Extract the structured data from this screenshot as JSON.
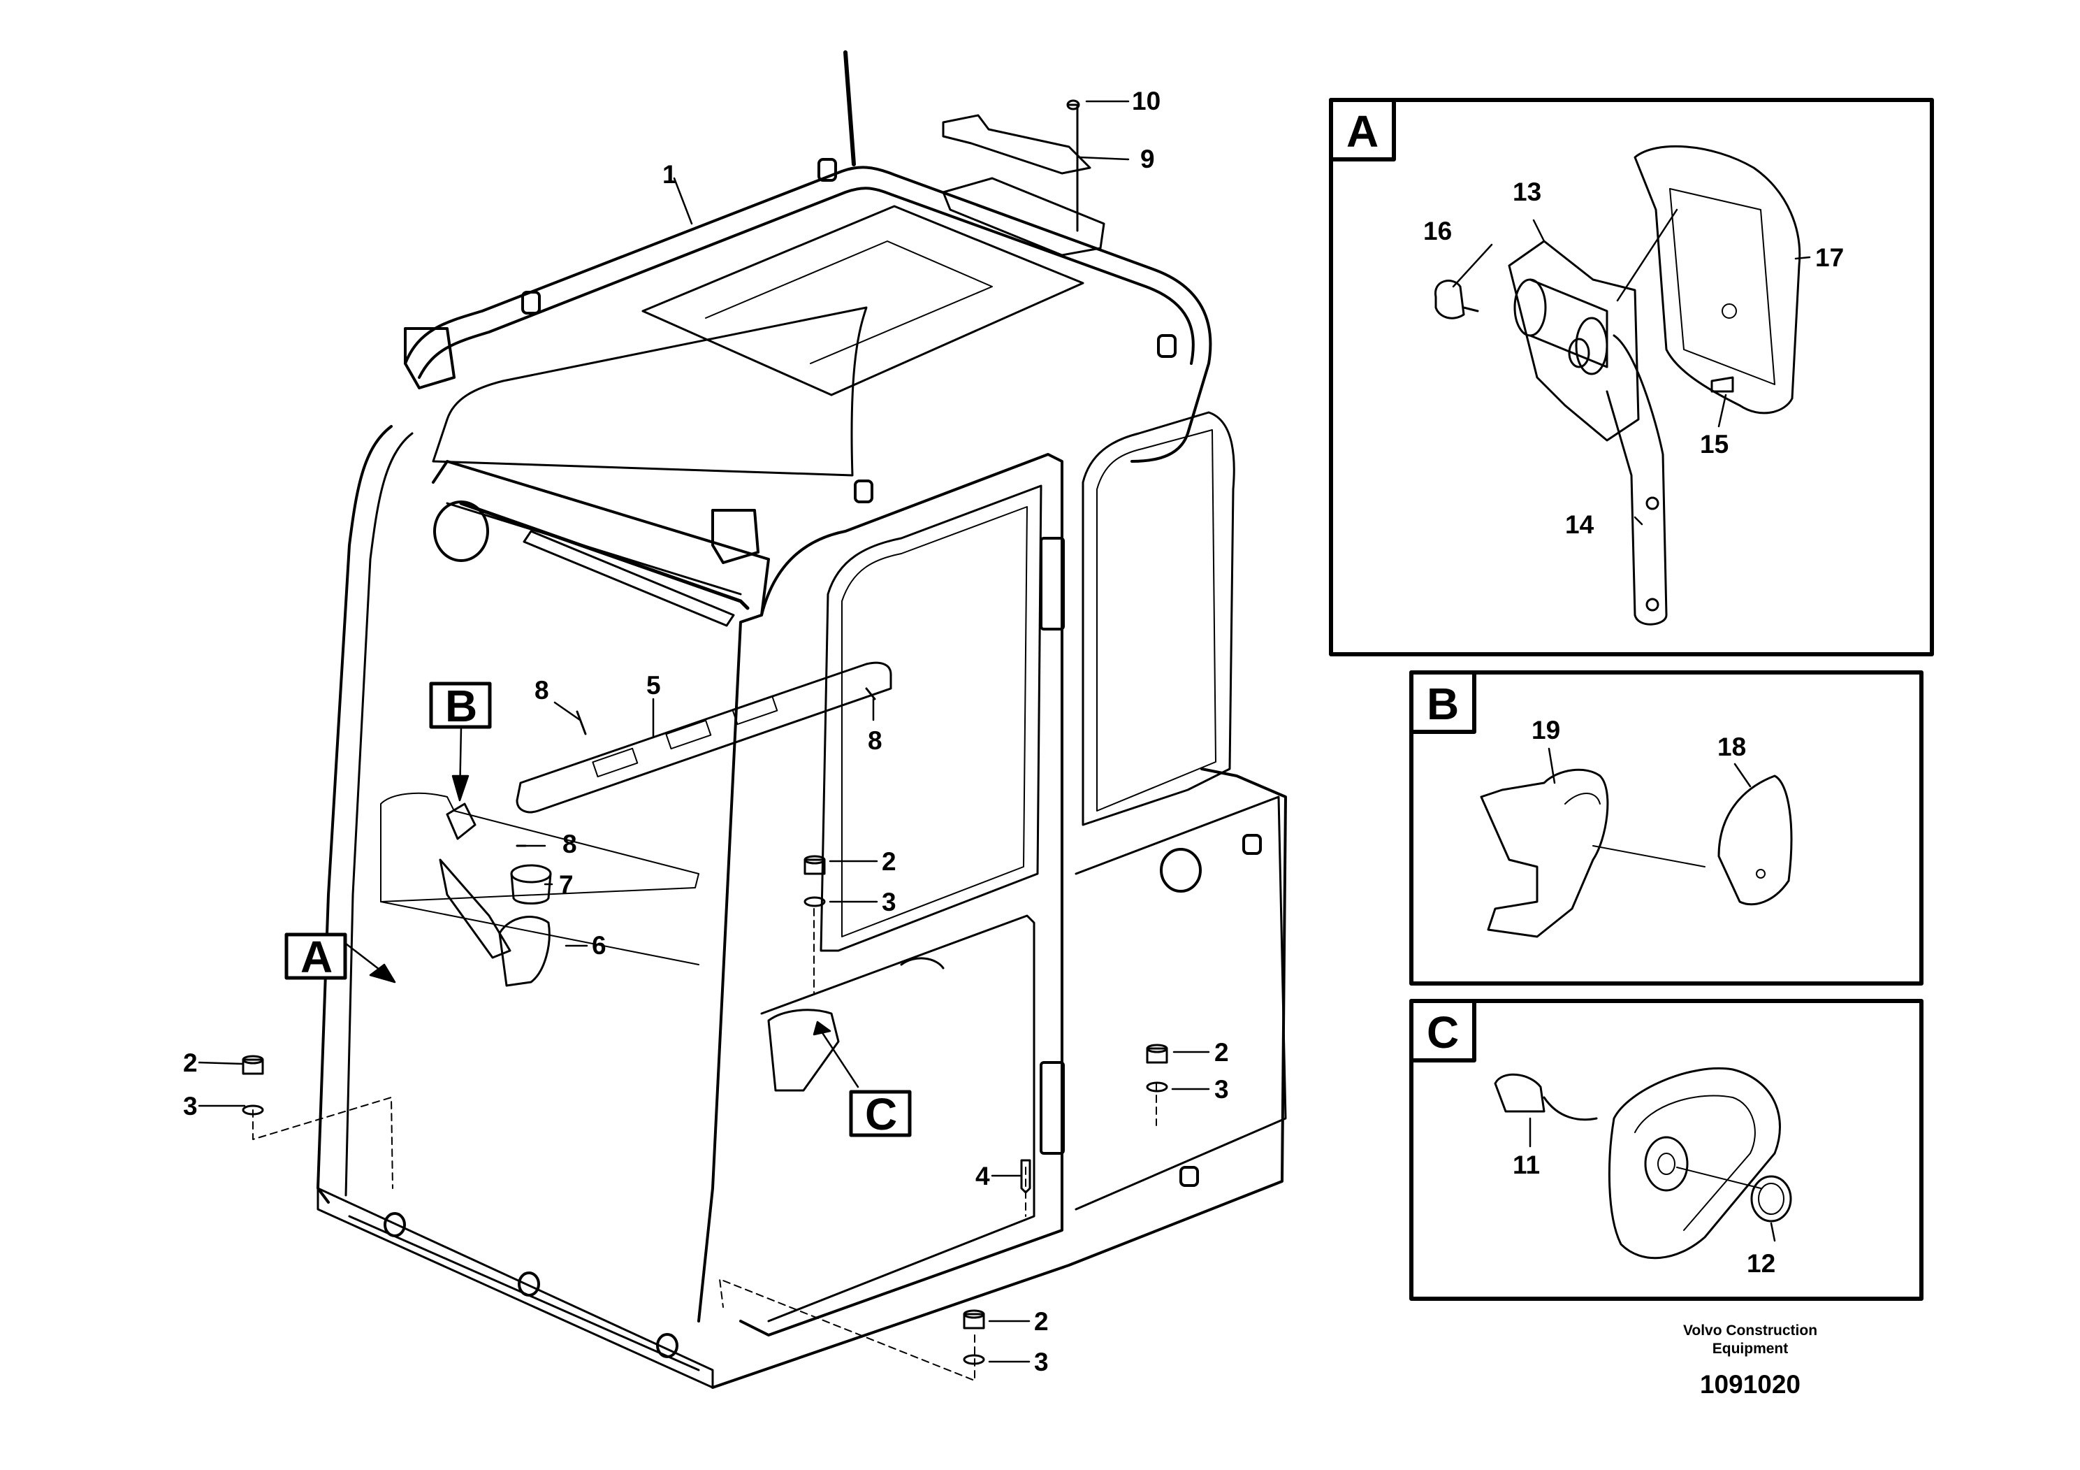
{
  "diagram": {
    "callouts": {
      "c1": "1",
      "c2a": "2",
      "c2b": "2",
      "c2c": "2",
      "c2d": "2",
      "c3a": "3",
      "c3b": "3",
      "c3c": "3",
      "c3d": "3",
      "c4": "4",
      "c5": "5",
      "c6": "6",
      "c7": "7",
      "c8a": "8",
      "c8b": "8",
      "c8c": "8",
      "c9": "9",
      "c10": "10",
      "c11": "11",
      "c12": "12",
      "c13": "13",
      "c14": "14",
      "c15": "15",
      "c16": "16",
      "c17": "17",
      "c18": "18",
      "c19": "19"
    },
    "detail_letters": {
      "main_a": "A",
      "main_b": "B",
      "main_c": "C",
      "panel_a": "A",
      "panel_b": "B",
      "panel_c": "C"
    },
    "footer": {
      "brand_line1": "Volvo Construction",
      "brand_line2": "Equipment",
      "drawing_number": "1091020"
    }
  }
}
